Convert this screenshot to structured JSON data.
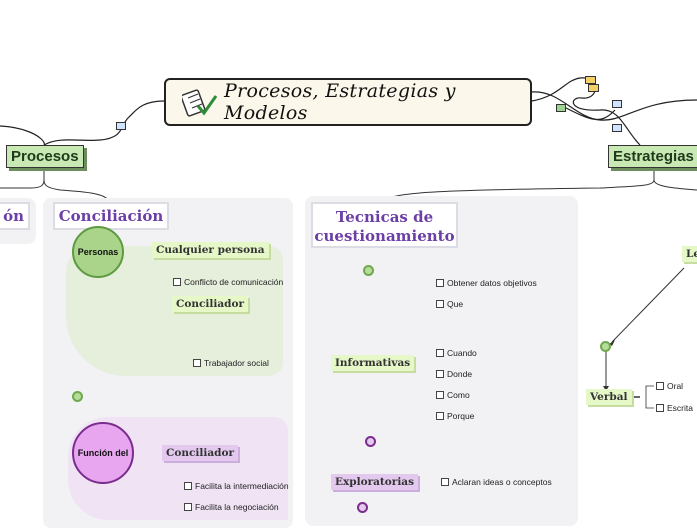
{
  "central": {
    "title": "Procesos, Estrategias y Modelos",
    "icon": "checklist-icon"
  },
  "branches": {
    "procesos": "Procesos",
    "estrategias": "Estrategias"
  },
  "left_cut": {
    "title_fragment": "ón"
  },
  "conciliacion": {
    "title": "Conciliación",
    "personas": {
      "circle": "Personas",
      "cualquier": "Cualquier persona",
      "conflicto": "Conflicto de comunicación",
      "conciliador": "Conciliador",
      "trabajador": "Trabajador social"
    },
    "funcion": {
      "circle": "Función del",
      "conciliador": "Conciliador",
      "intermediacion": "Facilita la intermediación",
      "negociacion": "Facilita la negociación"
    }
  },
  "tecnicas": {
    "title": "Tecnicas de cuestionamiento",
    "informativas": {
      "label": "Informativas",
      "items": [
        "Obtener datos objetivos",
        "Que",
        "Cuando",
        "Donde",
        "Como",
        "Porque"
      ]
    },
    "exploratorias": {
      "label": "Exploratorias",
      "item": "Aclaran ideas o conceptos"
    }
  },
  "lenguaje": {
    "cut_label": "Le",
    "verbal": {
      "label": "Verbal",
      "items": [
        "Oral",
        "Escrita"
      ]
    }
  },
  "colors": {
    "accent_green": "#6fa84f",
    "accent_purple": "#7b2d8e",
    "title_purple": "#6b3fa6"
  }
}
